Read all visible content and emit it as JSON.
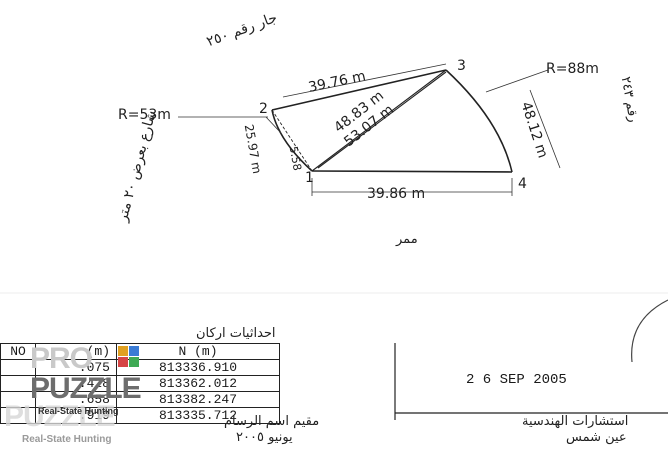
{
  "plan": {
    "neighbor_top": "جار رقم ٢٥٠",
    "neighbor_right": "رقم ٢٤٣",
    "street_left": "شارع بعرض ٢٠ متر",
    "passage_bottom": "ممر",
    "points": {
      "p1": "1",
      "p2": "2",
      "p3": "3",
      "p4": "4"
    },
    "dims": {
      "top_edge": "39.76  m",
      "bottom_edge": "39.86  m",
      "right_edge": "48.12  m",
      "left_edge": "25.97  m",
      "small_edge": "5.58",
      "diag_1": "48.83  m",
      "diag_2": "53.07  m",
      "radius_left": "R=53m",
      "radius_right": "R=88m"
    }
  },
  "coordinates": {
    "title": "احداثيات اركان",
    "headers": [
      "NO",
      "(m)",
      "N   (m)"
    ],
    "rows": [
      {
        "no": "",
        "e": ".075",
        "n": "813336.910"
      },
      {
        "no": "",
        "e": ".428",
        "n": "813362.012"
      },
      {
        "no": "",
        "e": ".658",
        "n": "813382.247"
      },
      {
        "no": "",
        "e": ".919",
        "n": "813335.712"
      }
    ]
  },
  "footer": {
    "date_stamp": "2 6  SEP  2005",
    "surveyor_line1": "مقيم اسم الرسام",
    "surveyor_line2": "يونيو ٢٠٠٥",
    "office_line1": "استشارات الهندسية",
    "office_line2": "عين شمس"
  },
  "watermark": {
    "brand_top": "PRO",
    "brand_bottom": "PUZZLE",
    "tagline": "Real-State Hunting",
    "tagline2": "Real-State Hunting"
  }
}
